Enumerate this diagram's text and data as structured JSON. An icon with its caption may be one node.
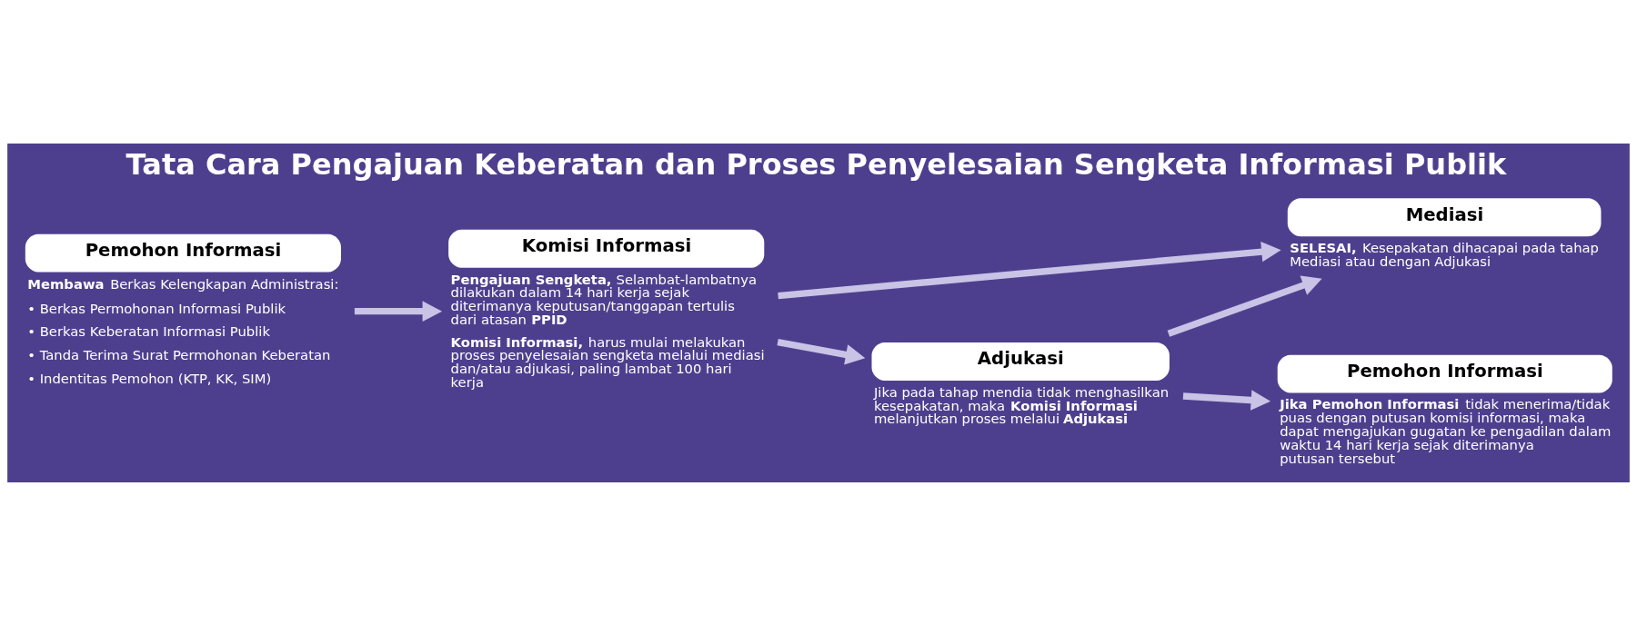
{
  "diagram": {
    "title": "Tata Cara Pengajuan Keberatan dan Proses Penyelesaian Sengketa Informasi Publik",
    "nodes": [
      {
        "text": [
          "Pemohon Informasi"
        ],
        "beside": [
          "**Membawa** Berkas Kelengkapan Administrasi:",
          "• Berkas Permohonan Informasi Publik",
          "• Berkas Keberatan Informasi Publik",
          "• Tanda Terima Surat Permohonan Keberatan",
          "• Indentitas Pemohon (KTP, KK, SIM)"
        ]
      },
      {
        "text": [
          "Komisi Informasi"
        ],
        "beside": [
          "**Pengajuan Sengketa,** Selambat-lambatnya dilakukan dalam 14 hari kerja sejak diterimanya keputusan/tanggapan tertulis dari atasan **PPID**",
          "**Komisi Informasi,** harus mulai melakukan proses penyelesaian sengketa melalui mediasi dan/atau adjukasi, paling lambat 100 hari kerja"
        ]
      },
      {
        "text": [
          "Mediasi"
        ],
        "beside": [
          "**SELESAI,** Kesepakatan dihacapai pada tahap Mediasi atau dengan Adjukasi"
        ]
      },
      {
        "text": [
          "Pemohon Informasi"
        ],
        "beside": [
          "**Jika Pemohon Informasi** tidak menerima/tidak puas dengan putusan komisi informasi, maka dapat mengajukan gugatan ke pengadilan dalam waktu 14 hari kerja sejak diterimanya putusan tersebut"
        ]
      },
      {
        "text": [
          "Adjukasi"
        ],
        "beside": [
          "Jika pada tahap mendia tidak menghasilkan kesepakatan, maka **Komisi Informasi** melanjutkan proses melalui **Adjukasi**"
        ]
      }
    ],
    "edges": [
      {
        "from": 0,
        "to": 1,
        "arrow": "to"
      },
      {
        "from": 1,
        "to": 2,
        "arrow": "to"
      },
      {
        "from": 1,
        "to": 4,
        "arrow": "to"
      },
      {
        "from": 4,
        "to": 3,
        "arrow": "to"
      },
      {
        "from": 4,
        "to": 2,
        "arrow": "to"
      }
    ]
  }
}
